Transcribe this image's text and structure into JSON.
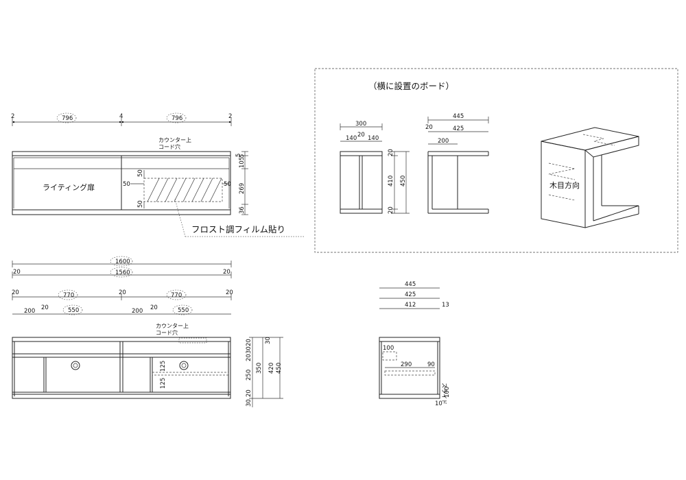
{
  "top_drawing": {
    "widths_row": [
      "2",
      "796",
      "4",
      "796",
      "2"
    ],
    "cord_hole_label_line1": "カウンター上",
    "cord_hole_label_line2": "コード穴",
    "door_label": "ライティング扉",
    "glass_side_left": "50",
    "glass_side_right": "50",
    "glass_top": "50",
    "glass_bottom": "50",
    "heights": [
      "5",
      "105",
      "5",
      "269",
      "36"
    ],
    "frost_film_label": "フロスト調フィルム貼り"
  },
  "side_board": {
    "title": "（横に設置のボード）",
    "front_widths": [
      "300",
      "140",
      "20",
      "140"
    ],
    "front_heights": [
      "20",
      "410",
      "20",
      "450"
    ],
    "side_widths": [
      "445",
      "20",
      "425",
      "200"
    ],
    "grain_label": "木目方向"
  },
  "bottom_drawing": {
    "overall": "1600",
    "inner_row": [
      "20",
      "1560",
      "20"
    ],
    "section_row": [
      "20",
      "770",
      "20",
      "770",
      "20"
    ],
    "compartment_row": [
      "200",
      "20",
      "550",
      "200",
      "20",
      "550"
    ],
    "cord_hole_label_line1": "カウンター上",
    "cord_hole_label_line2": "コード穴",
    "shelf_dims": [
      "125",
      "125"
    ],
    "right_heights_inner": [
      "20",
      "30",
      "20",
      "250",
      "20",
      "30"
    ],
    "right_heights_mid": [
      "350"
    ],
    "right_heights_outer": [
      "30",
      "420",
      "450"
    ]
  },
  "side_view": {
    "widths": [
      "445",
      "425",
      "412",
      "13"
    ],
    "inner_dims": [
      "100",
      "290",
      "90",
      "100",
      "10"
    ],
    "rotated_note": "スライド"
  }
}
